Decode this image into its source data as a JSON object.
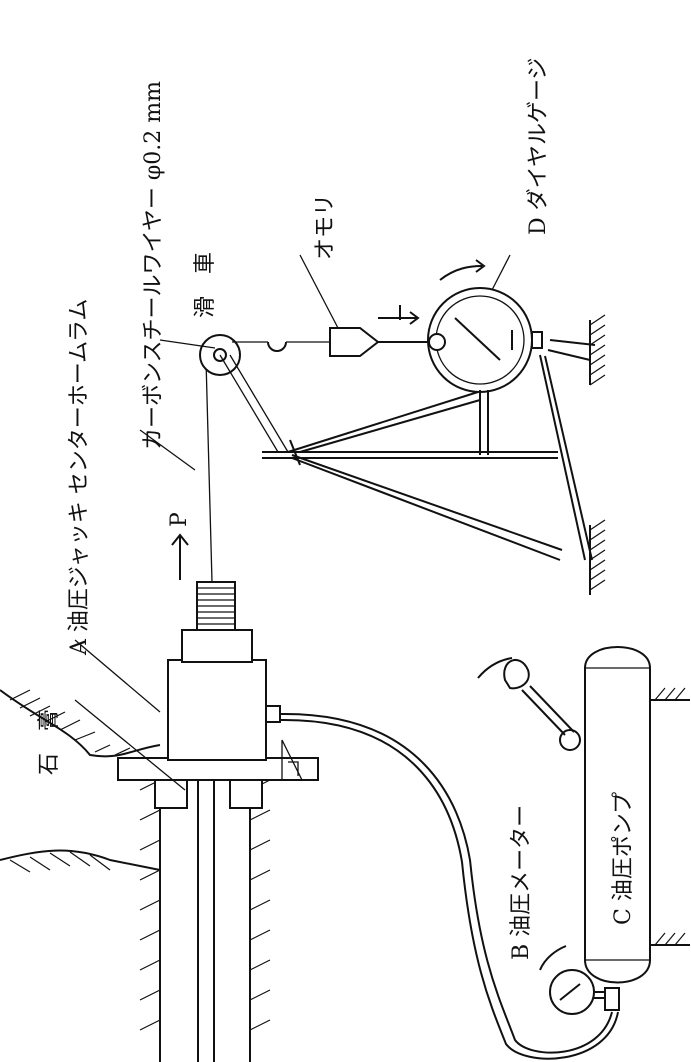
{
  "labels": {
    "jack": "A 油圧ジャッキ センターホームラム",
    "gauge_b": "B 油圧メーター",
    "pump": "C 油圧ポンプ",
    "dial": "D ダイヤルゲージ",
    "weight": "オモリ",
    "pulley": "滑　車",
    "wire": "カーボンスチールワイヤー φ0.2 mm",
    "plaster": "石　膏",
    "force": "P"
  }
}
